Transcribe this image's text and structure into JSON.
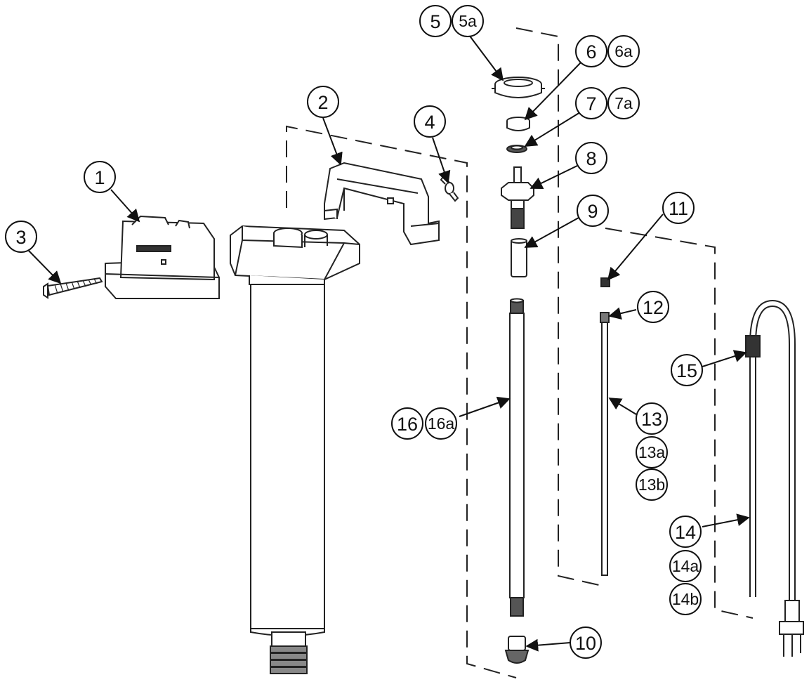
{
  "callouts": [
    {
      "id": "c1",
      "label": "1"
    },
    {
      "id": "c2",
      "label": "2"
    },
    {
      "id": "c3",
      "label": "3"
    },
    {
      "id": "c4",
      "label": "4"
    },
    {
      "id": "c5",
      "label": "5"
    },
    {
      "id": "c5a",
      "label": "5a"
    },
    {
      "id": "c6",
      "label": "6"
    },
    {
      "id": "c6a",
      "label": "6a"
    },
    {
      "id": "c7",
      "label": "7"
    },
    {
      "id": "c7a",
      "label": "7a"
    },
    {
      "id": "c8",
      "label": "8"
    },
    {
      "id": "c9",
      "label": "9"
    },
    {
      "id": "c10",
      "label": "10"
    },
    {
      "id": "c11",
      "label": "11"
    },
    {
      "id": "c12",
      "label": "12"
    },
    {
      "id": "c13",
      "label": "13"
    },
    {
      "id": "c13a",
      "label": "13a"
    },
    {
      "id": "c13b",
      "label": "13b"
    },
    {
      "id": "c14",
      "label": "14"
    },
    {
      "id": "c14a",
      "label": "14a"
    },
    {
      "id": "c14b",
      "label": "14b"
    },
    {
      "id": "c15",
      "label": "15"
    },
    {
      "id": "c16",
      "label": "16"
    },
    {
      "id": "c16a",
      "label": "16a"
    }
  ]
}
